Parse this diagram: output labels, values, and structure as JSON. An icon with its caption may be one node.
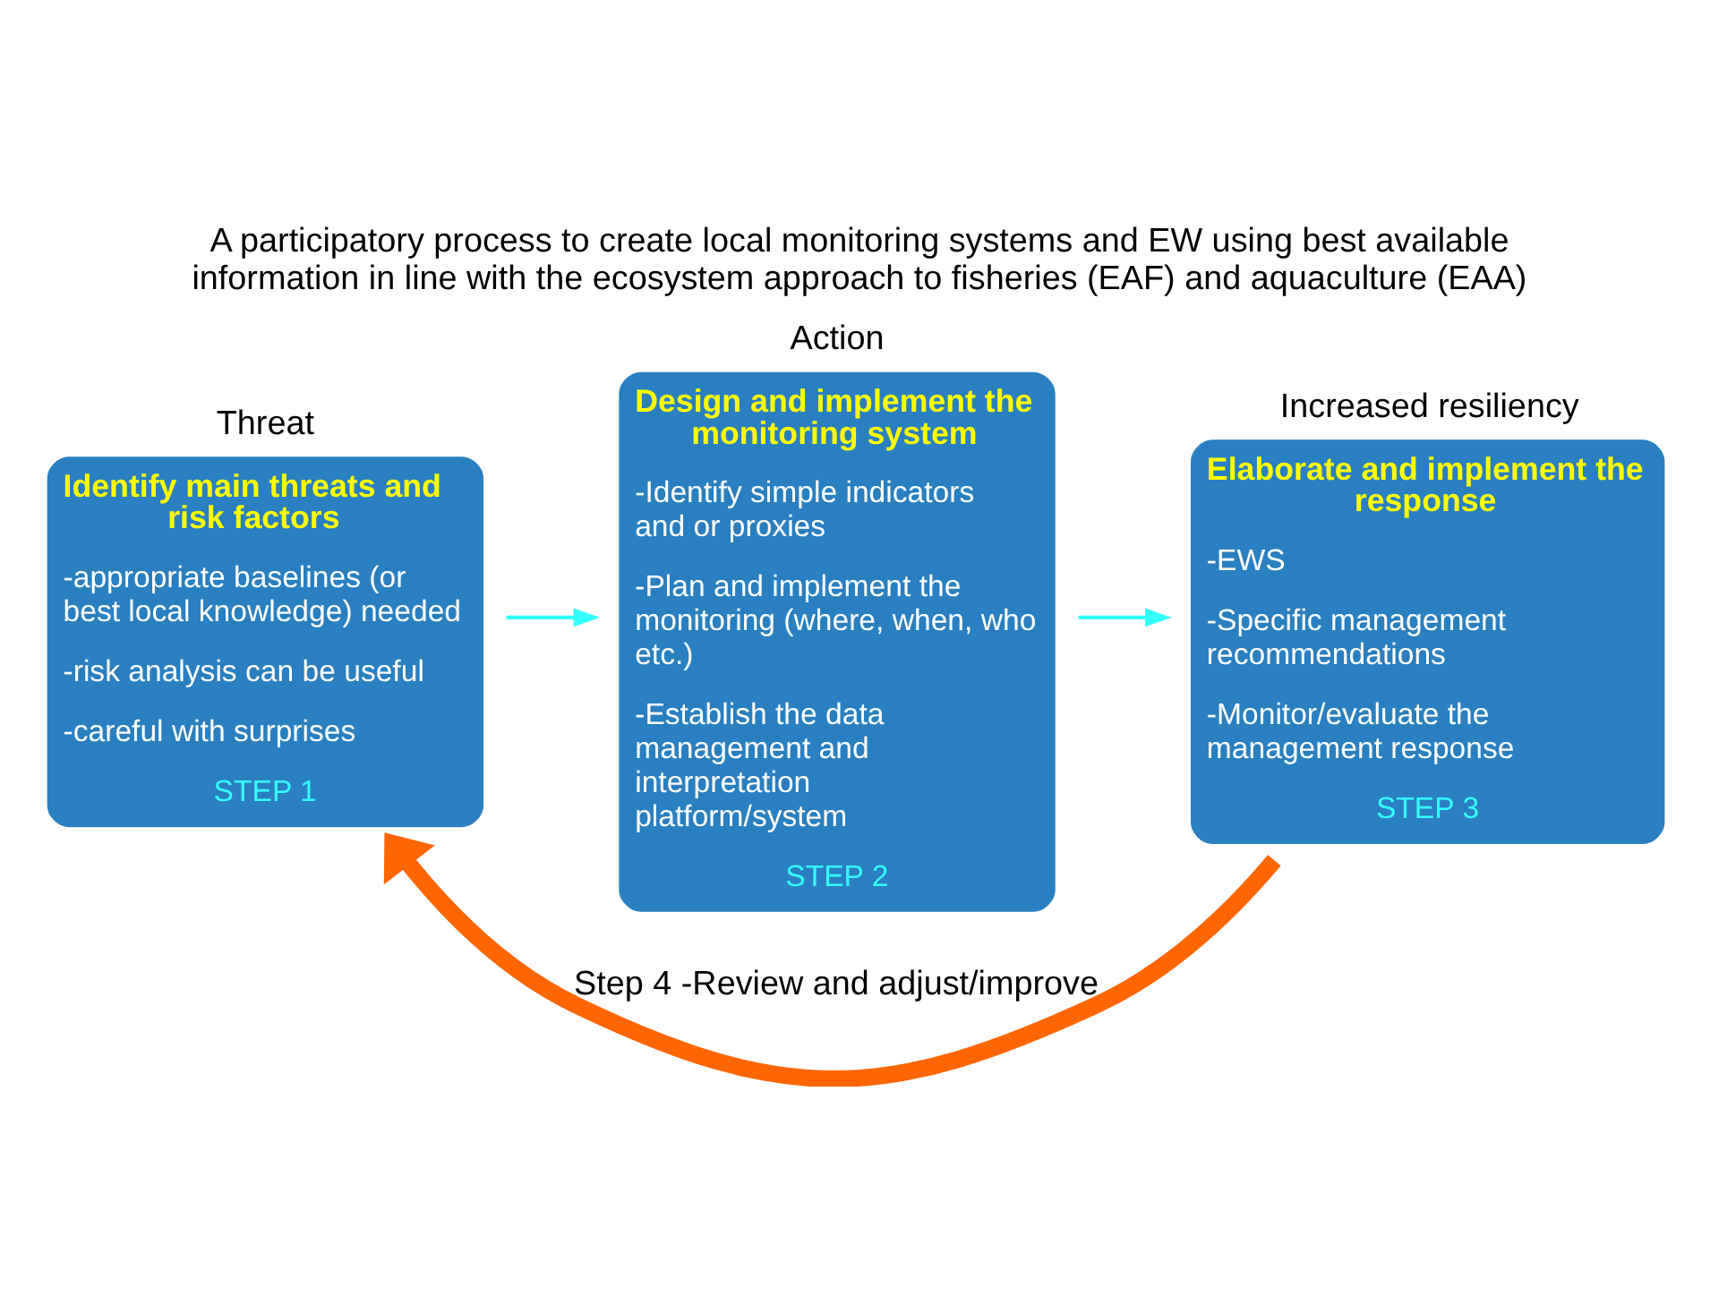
{
  "diagram": {
    "title": "A participatory process to create local monitoring systems and EW using best available information in line with the ecosystem approach to fisheries (EAF) and aquaculture (EAA)",
    "nodes": [
      {
        "text": [
          "Threat",
          "Identify main threats and risk factors",
          "-appropriate baselines (or best local knowledge) needed",
          "-risk analysis can be useful",
          "-careful with surprises",
          "STEP 1"
        ]
      },
      {
        "text": [
          "Action",
          "Design and implement the monitoring system",
          "-Identify simple indicators and or proxies",
          "-Plan and implement the monitoring (where, when, who etc.)",
          "-Establish the data management and interpretation platform/system",
          "STEP 2"
        ]
      },
      {
        "text": [
          "Increased resiliency",
          "Elaborate and implement the response",
          "-EWS",
          "-Specific management recommendations",
          "-Monitor/evaluate the management response",
          "STEP 3"
        ]
      }
    ],
    "edges": [
      {
        "from": 0,
        "to": 1,
        "arrow": "to"
      },
      {
        "from": 1,
        "to": 2,
        "arrow": "to"
      },
      {
        "from": 2,
        "to": 0,
        "arrow": "to",
        "label": "Step 4 -Review and adjust/improve",
        "style": "thick",
        "color": "#ff6600"
      }
    ]
  }
}
